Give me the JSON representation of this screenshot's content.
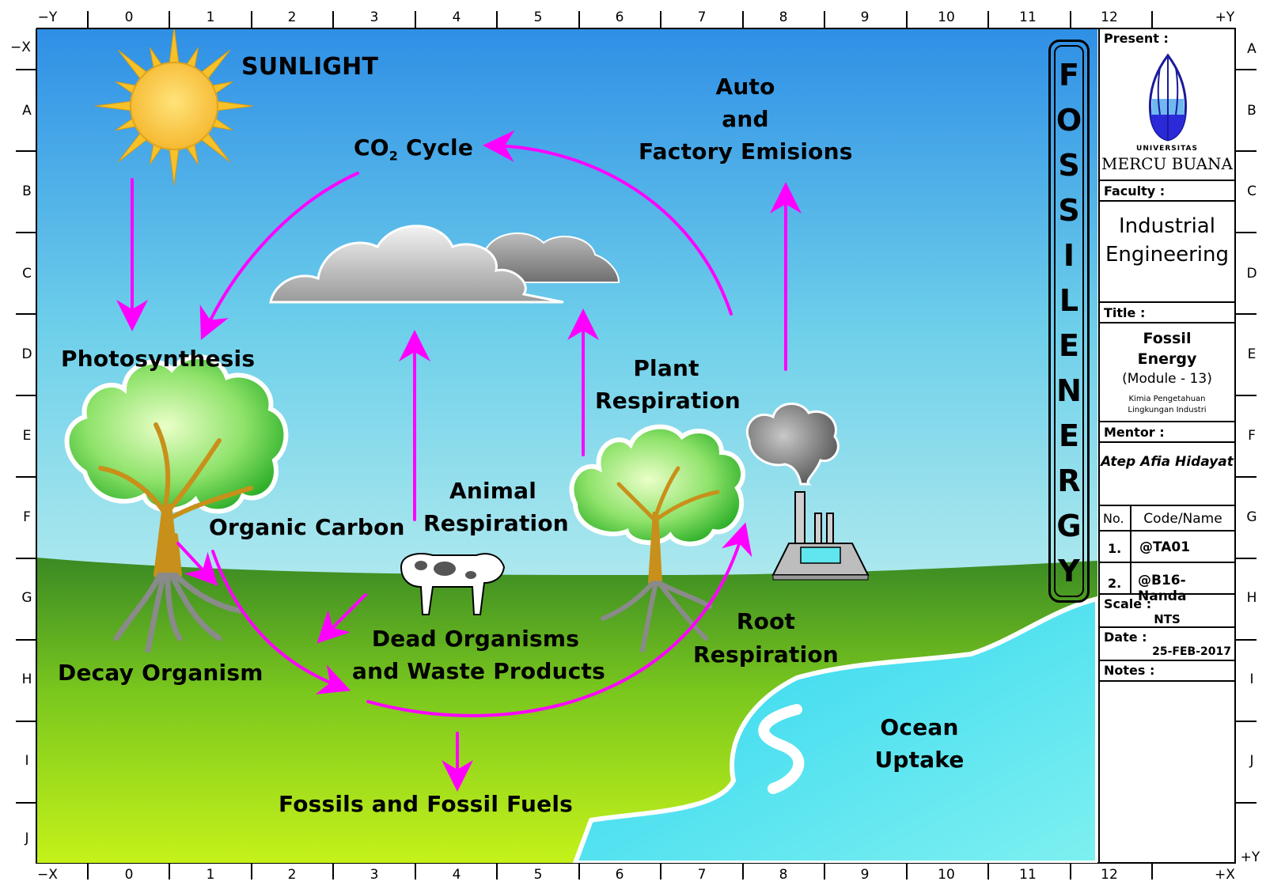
{
  "ruler": {
    "top_left": "−Y",
    "top_right": "+Y",
    "bottom_left": "−X",
    "bottom_right": "+X",
    "left_top": "−X",
    "right_bottom": "+Y",
    "columns": [
      "0",
      "1",
      "2",
      "3",
      "4",
      "5",
      "6",
      "7",
      "8",
      "9",
      "10",
      "11",
      "12"
    ],
    "left_rows": [
      "A",
      "B",
      "C",
      "D",
      "E",
      "F",
      "G",
      "H",
      "I",
      "J"
    ],
    "right_rows": [
      "A",
      "B",
      "C",
      "D",
      "E",
      "F",
      "G",
      "H",
      "I",
      "J"
    ]
  },
  "diagram": {
    "sunlight": "SUNLIGHT",
    "co2_prefix": "CO",
    "co2_sub": "2",
    "co2_suffix": " Cycle",
    "emissions_line1": "Auto",
    "emissions_line2": "and",
    "emissions_line3": "Factory Emisions",
    "photosynthesis": "Photosynthesis",
    "plant_resp_line1": "Plant",
    "plant_resp_line2": "Respiration",
    "animal_resp_line1": "Animal",
    "animal_resp_line2": "Respiration",
    "organic_carbon": "Organic Carbon",
    "dead_line1": "Dead Organisms",
    "dead_line2": "and Waste Products",
    "root_resp_line1": "Root",
    "root_resp_line2": "Respiration",
    "decay": "Decay Organism",
    "fossils": "Fossils and Fossil Fuels",
    "ocean_line1": "Ocean",
    "ocean_line2": "Uptake",
    "vertical_title": [
      "F",
      "O",
      "S",
      "S",
      "I",
      "L",
      "E",
      "N",
      "E",
      "R",
      "G",
      "Y"
    ],
    "arrow_color": "#ff00ff"
  },
  "title_block": {
    "present_label": "Present :",
    "logo_small": "UNIVERSITAS",
    "logo_name": "MERCU BUANA",
    "faculty_label": "Faculty :",
    "faculty_line1": "Industrial",
    "faculty_line2": "Engineering",
    "title_label": "Title :",
    "title_line1": "Fossil",
    "title_line2": "Energy",
    "title_line3": "(Module - 13)",
    "title_sub1": "Kimia Pengetahuan",
    "title_sub2": "Lingkungan Industri",
    "mentor_label": "Mentor :",
    "mentor_name": "Atep Afia Hidayat",
    "no_header": "No.",
    "code_header": "Code/Name",
    "rows": [
      {
        "no": "1.",
        "code": "@TA01"
      },
      {
        "no": "2.",
        "code": "@B16-Nanda"
      }
    ],
    "scale_label": "Scale :",
    "scale_value": "NTS",
    "date_label": "Date :",
    "date_value": "25-FEB-2017",
    "notes_label": "Notes :"
  }
}
